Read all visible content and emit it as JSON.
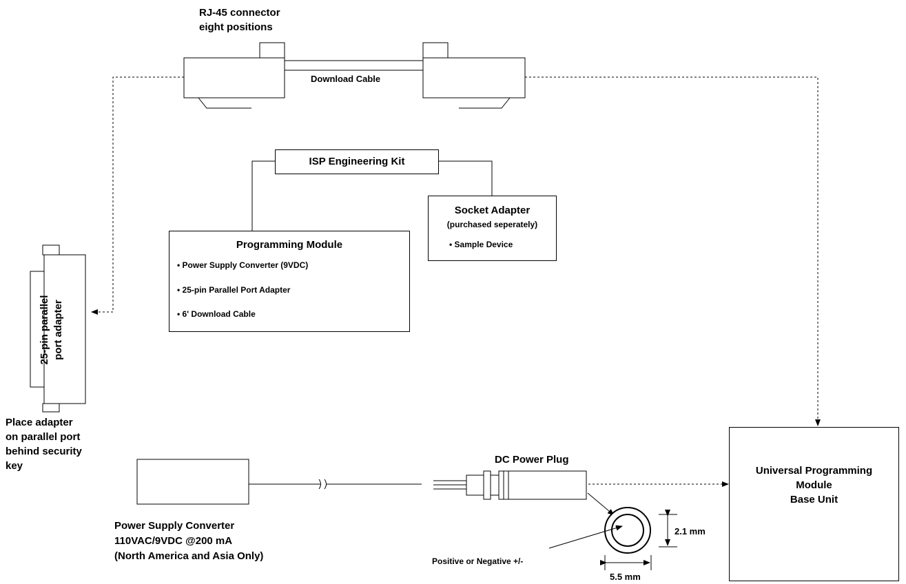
{
  "labels": {
    "rj45": [
      "RJ-45 connector",
      "eight positions"
    ],
    "download_cable": "Download Cable",
    "isp_kit": "ISP Engineering Kit",
    "socket_adapter": {
      "title": "Socket Adapter",
      "subtitle": "(purchased seperately)",
      "items": [
        "Sample Device"
      ]
    },
    "programming_module": {
      "title": "Programming Module",
      "items": [
        "Power Supply Converter (9VDC)",
        "25-pin Parallel Port Adapter",
        "6' Download Cable"
      ]
    },
    "parallel_adapter": [
      "25-pin parallel",
      "port adapter"
    ],
    "place_adapter": [
      "Place adapter",
      "on parallel port",
      "behind security",
      "key"
    ],
    "power_supply": [
      "Power Supply Converter",
      "110VAC/9VDC @200 mA",
      "(North America and Asia Only)"
    ],
    "dc_plug": "DC Power Plug",
    "upm": [
      "Universal Programming",
      "Module",
      "Base Unit"
    ],
    "dim_inner": "2.1 mm",
    "dim_outer": "5.5 mm",
    "polarity": "Positive or Negative +/-"
  }
}
